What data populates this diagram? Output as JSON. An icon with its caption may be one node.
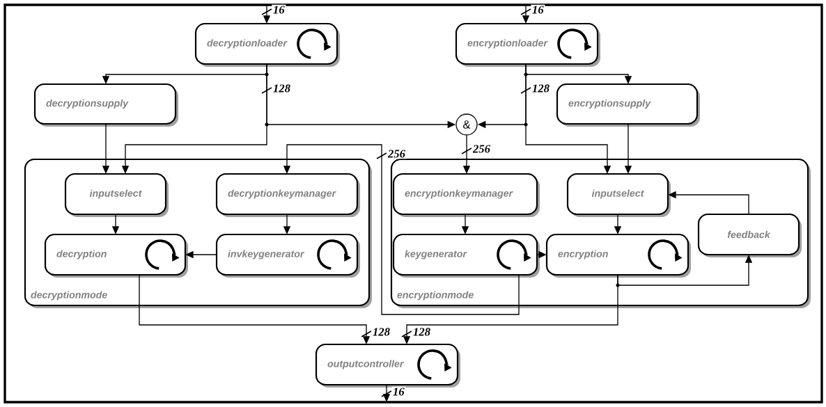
{
  "diagram": {
    "nodes": [
      {
        "text": [
          "decryptionloader"
        ]
      },
      {
        "text": [
          "encryptionloader"
        ]
      },
      {
        "text": [
          "decryptionsupply"
        ]
      },
      {
        "text": [
          "encryptionsupply"
        ]
      },
      {
        "text": [
          "&"
        ]
      },
      {
        "text": [
          "decryptionmode"
        ]
      },
      {
        "text": [
          "inputselect"
        ],
        "in": 5
      },
      {
        "text": [
          "decryptionkeymanager"
        ],
        "in": 5
      },
      {
        "text": [
          "decryption"
        ],
        "in": 5
      },
      {
        "text": [
          "invkeygenerator"
        ],
        "in": 5
      },
      {
        "text": [
          "encryptionmode"
        ]
      },
      {
        "text": [
          "encryptionkeymanager"
        ],
        "in": 10
      },
      {
        "text": [
          "inputselect"
        ],
        "in": 10
      },
      {
        "text": [
          "feedback"
        ],
        "in": 10
      },
      {
        "text": [
          "keygenerator"
        ],
        "in": 10
      },
      {
        "text": [
          "encryption"
        ],
        "in": 10
      },
      {
        "text": [
          "outputcontroller"
        ]
      }
    ],
    "edges": [
      {
        "from": null,
        "to": 0,
        "arrow": "to",
        "label": "16"
      },
      {
        "from": null,
        "to": 1,
        "arrow": "to",
        "label": "16"
      },
      {
        "from": 0,
        "to": 2,
        "arrow": "to"
      },
      {
        "from": 0,
        "to": 6,
        "arrow": "to",
        "label": "128"
      },
      {
        "from": 0,
        "to": 4,
        "arrow": "to"
      },
      {
        "from": 1,
        "to": 3,
        "arrow": "to"
      },
      {
        "from": 1,
        "to": 12,
        "arrow": "to",
        "label": "128"
      },
      {
        "from": 1,
        "to": 4,
        "arrow": "to"
      },
      {
        "from": 2,
        "to": 6,
        "arrow": "to"
      },
      {
        "from": 3,
        "to": 12,
        "arrow": "to"
      },
      {
        "from": 4,
        "to": 11,
        "arrow": "to",
        "label": "256"
      },
      {
        "from": 14,
        "to": 7,
        "arrow": "to",
        "label": "256"
      },
      {
        "from": 6,
        "to": 8,
        "arrow": "to"
      },
      {
        "from": 7,
        "to": 9,
        "arrow": "to"
      },
      {
        "from": 9,
        "to": 8,
        "arrow": "to"
      },
      {
        "from": 11,
        "to": 14,
        "arrow": "to"
      },
      {
        "from": 12,
        "to": 15,
        "arrow": "to"
      },
      {
        "from": 14,
        "to": 15,
        "arrow": "to"
      },
      {
        "from": 15,
        "to": 13,
        "arrow": "to"
      },
      {
        "from": 13,
        "to": 12,
        "arrow": "to"
      },
      {
        "from": 8,
        "to": 16,
        "arrow": "to",
        "label": "128"
      },
      {
        "from": 15,
        "to": 16,
        "arrow": "to",
        "label": "128"
      },
      {
        "from": 16,
        "to": null,
        "arrow": "to",
        "label": "16"
      }
    ]
  }
}
